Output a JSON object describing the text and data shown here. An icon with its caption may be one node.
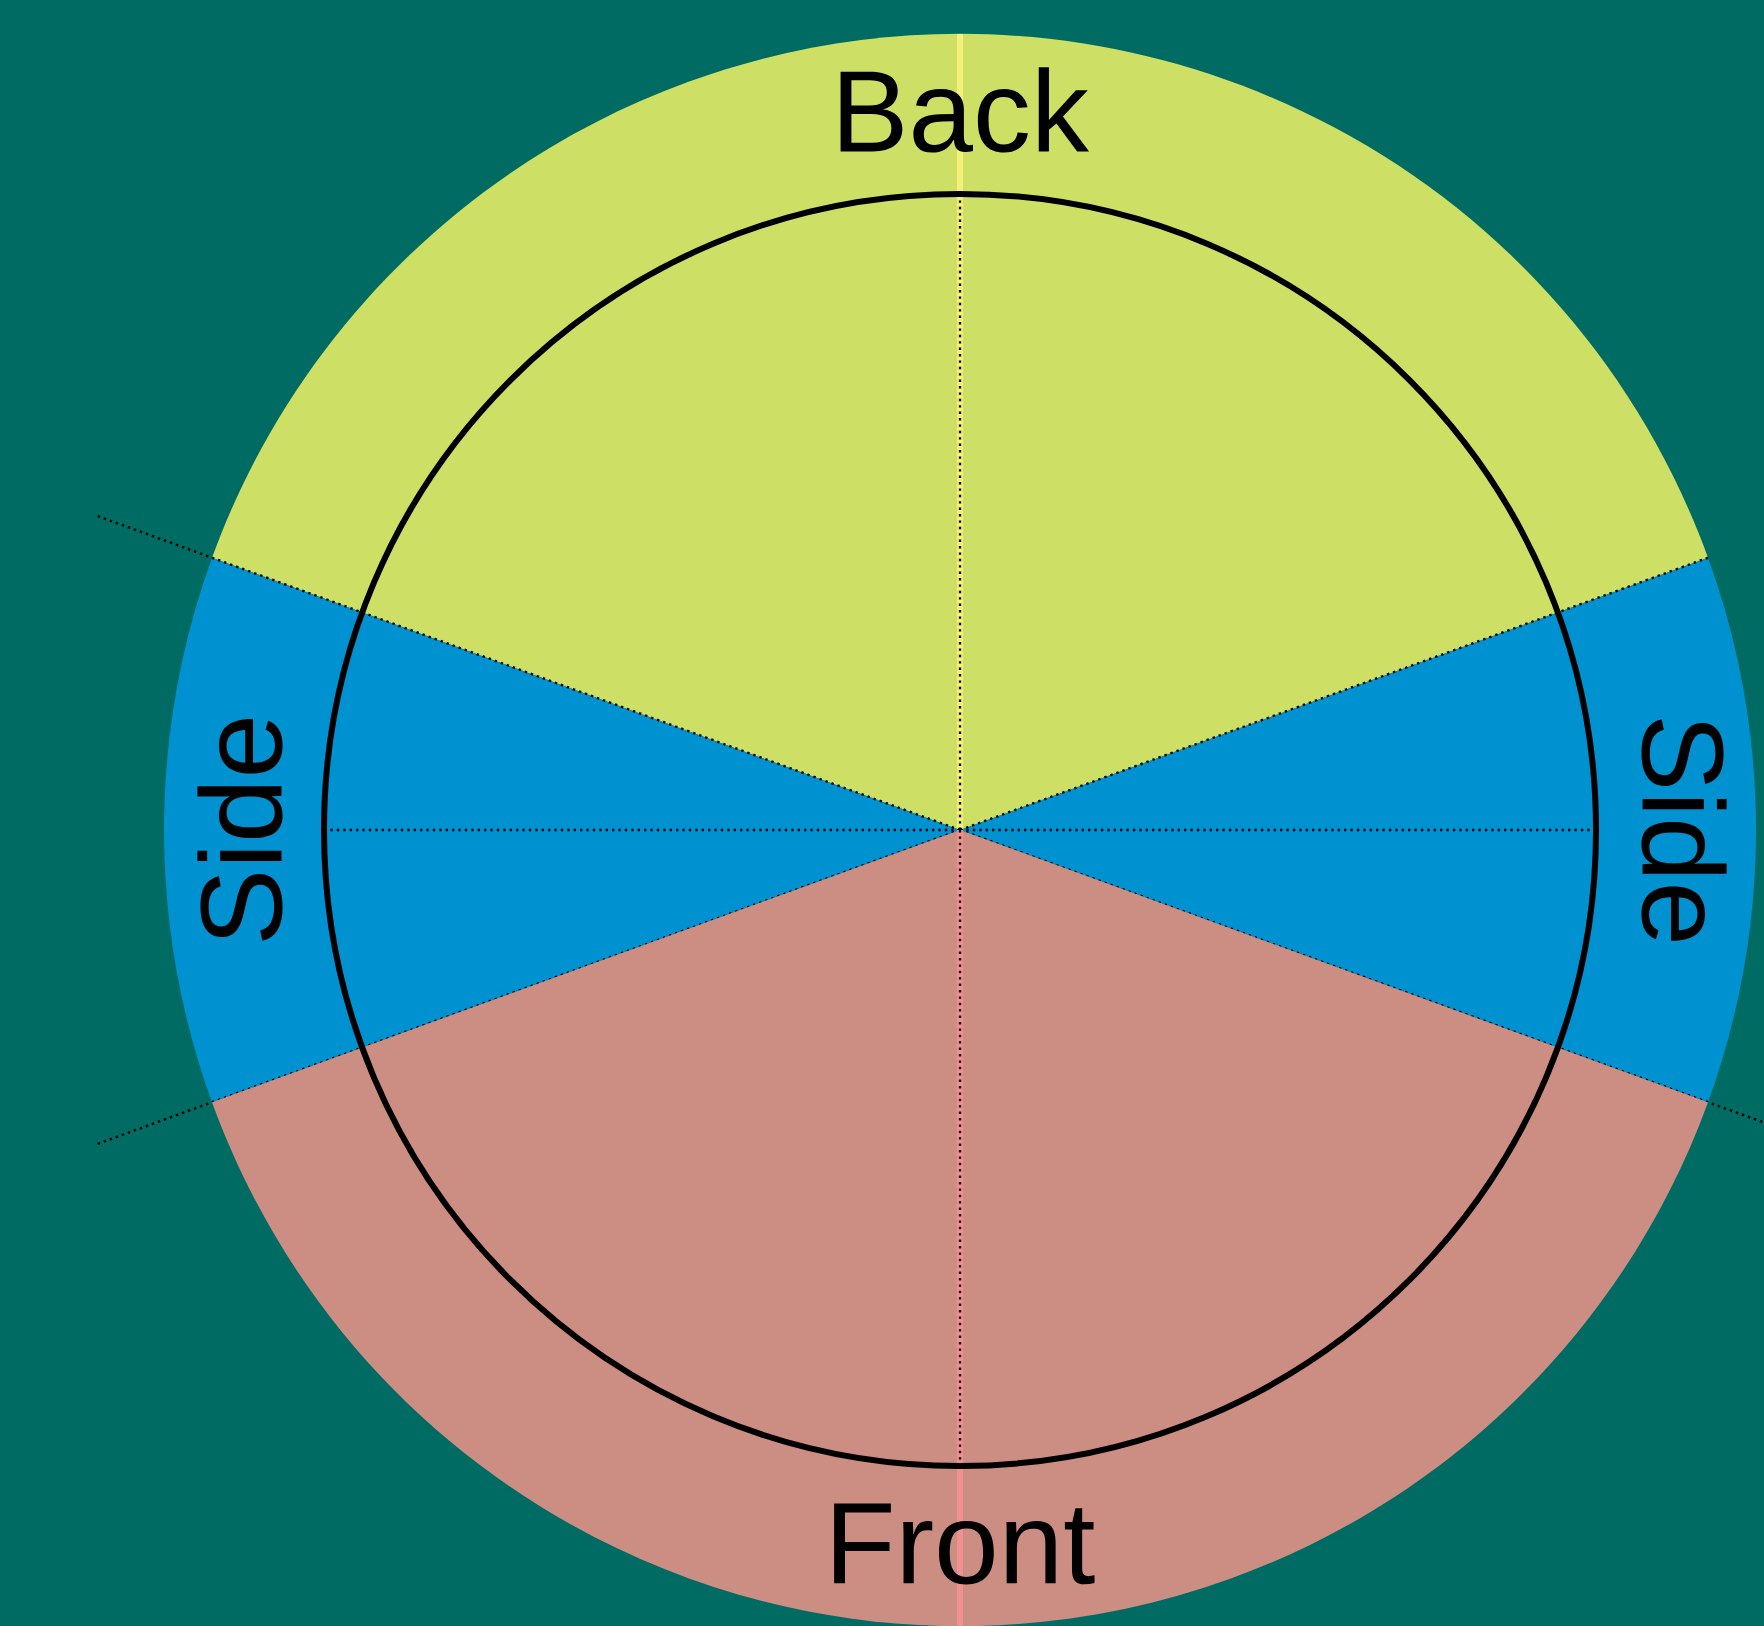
{
  "diagram": {
    "nodes": [
      {
        "text": [
          "Back"
        ]
      },
      {
        "text": [
          "Side"
        ]
      },
      {
        "text": [
          "Side"
        ]
      },
      {
        "text": [
          "Front"
        ]
      }
    ]
  }
}
